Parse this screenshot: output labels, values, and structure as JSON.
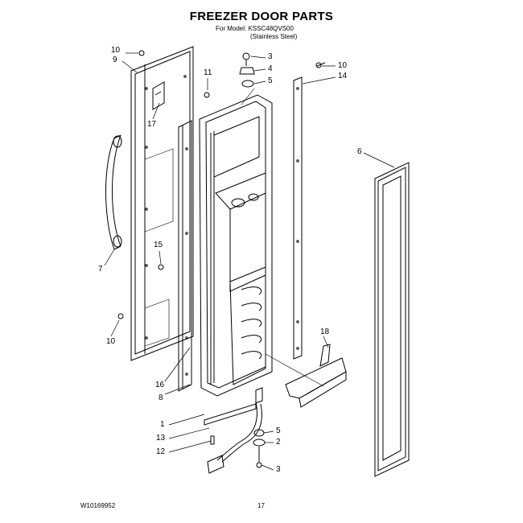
{
  "header": {
    "title": "FREEZER DOOR PARTS",
    "model_line": "For Model: KSSC48QVS00",
    "finish_line": "(Stainless Steel)"
  },
  "callouts": [
    "10",
    "9",
    "17",
    "11",
    "3",
    "4",
    "5",
    "10",
    "14",
    "6",
    "15",
    "7",
    "10",
    "16",
    "8",
    "18",
    "1",
    "13",
    "12",
    "5",
    "2",
    "3"
  ],
  "footer": {
    "doc_number": "W10169952",
    "page_number": "17"
  }
}
